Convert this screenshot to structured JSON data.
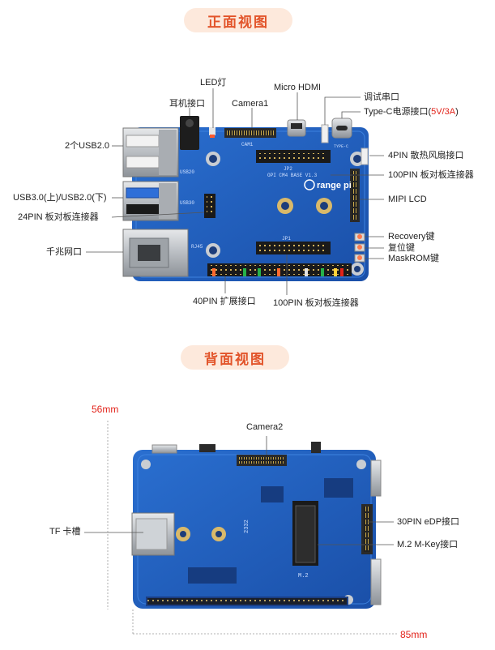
{
  "front": {
    "title": "正面视图",
    "labels": {
      "led": "LED灯",
      "micro_hdmi": "Micro HDMI",
      "debug": "调试串口",
      "earphone": "耳机接口",
      "camera1": "Camera1",
      "typec_prefix": "Type-C电源接口(",
      "typec_value": "5V/3A",
      "typec_suffix": ")",
      "usb2": "2个USB2.0",
      "fan": "4PIN 散热风扇接口",
      "b2b100_right": "100PIN 板对板连接器",
      "usb3": "USB3.0(上)/USB2.0(下)",
      "mipi": "MIPI LCD",
      "b2b24": "24PIN 板对板连接器",
      "recovery": "Recovery键",
      "reset": "复位键",
      "ethernet": "千兆网口",
      "maskrom": "MaskROM键",
      "gpio40": "40PIN 扩展接口",
      "b2b100_bottom": "100PIN 板对板连接器"
    },
    "silk": {
      "cam1": "CAM1",
      "jp2": "JP2",
      "jp1": "JP1",
      "base": "OPI CM4 BASE V1.3",
      "brand": "range pi",
      "rj45": "RJ45",
      "usb20": "USB20",
      "usb30": "USB30",
      "typec": "TYPE-C"
    }
  },
  "back": {
    "title": "背面视图",
    "labels": {
      "camera2": "Camera2",
      "tf": "TF 卡槽",
      "edp": "30PIN eDP接口",
      "m2": "M.2 M-Key接口"
    },
    "silk": {
      "m2": "M.2",
      "code": "2332"
    },
    "dims": {
      "height": "56mm",
      "width": "85mm"
    }
  },
  "colors": {
    "board": "#1f5fbf",
    "board_dark": "#173f8a",
    "accent": "#e2542a",
    "pill_bg": "#fde9dc",
    "red": "#e2231a"
  }
}
